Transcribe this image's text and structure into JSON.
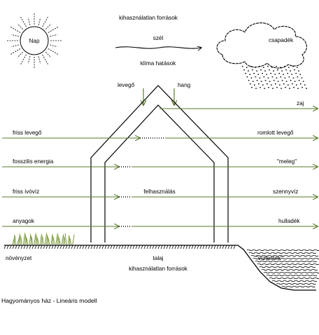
{
  "colors": {
    "arrow": "#5a7a2a",
    "ink": "#000000",
    "grass": "#6b8e23"
  },
  "labels": {
    "unused_sources_top": "kihasználatlan források",
    "sun": "Nap",
    "wind": "szél",
    "precipitation": "csapadék",
    "climate_effects": "klíma hatások",
    "air": "levegő",
    "sound": "hang",
    "noise": "zaj",
    "fresh_air": "friss levegő",
    "stale_air": "romlott levegő",
    "fossil_energy": "fosszilis energia",
    "heat": "\"meleg\"",
    "fresh_water": "friss ivóvíz",
    "usage": "felhasználás",
    "wastewater": "szennyvíz",
    "materials": "anyagok",
    "waste": "hulladék",
    "vegetation": "növényzet",
    "soil": "talaj",
    "groundwater": "\"víztestek\"",
    "unused_sources_bottom": "kihasználatlan források"
  },
  "caption": "Hagyományos ház - Lineáris modell"
}
